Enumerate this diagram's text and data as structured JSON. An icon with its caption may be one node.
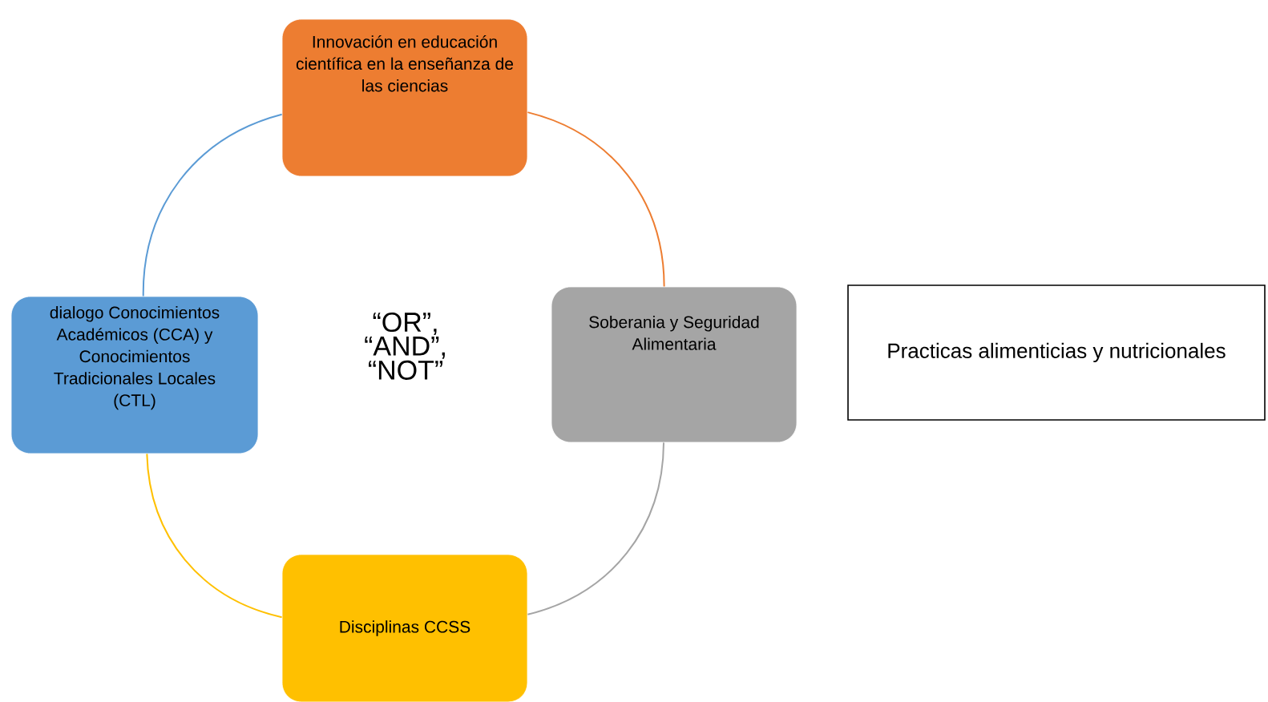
{
  "diagram": {
    "nodes": [
      {
        "text": [
          "Innovación en educación científica en la enseñanza de las ciencias"
        ]
      },
      {
        "text": [
          "Soberania y Seguridad Alimentaria"
        ]
      },
      {
        "text": [
          "Disciplinas CCSS"
        ]
      },
      {
        "text": [
          "dialogo Conocimientos Académicos (CCA) y Conocimientos Tradicionales Locales (CTL)"
        ]
      },
      {
        "text": [
          "Practicas alimenticias y nutricionales"
        ]
      }
    ],
    "edges": [
      {
        "from": 0,
        "to": 1,
        "arrow": "none",
        "color": "#ed7d31"
      },
      {
        "from": 1,
        "to": 2,
        "arrow": "none",
        "color": "#a5a5a5"
      },
      {
        "from": 2,
        "to": 3,
        "arrow": "none",
        "color": "#ffc000"
      },
      {
        "from": 3,
        "to": 0,
        "arrow": "none",
        "color": "#5b9bd5"
      }
    ],
    "labels": [
      "“OR”, “AND”, “NOT”"
    ]
  }
}
